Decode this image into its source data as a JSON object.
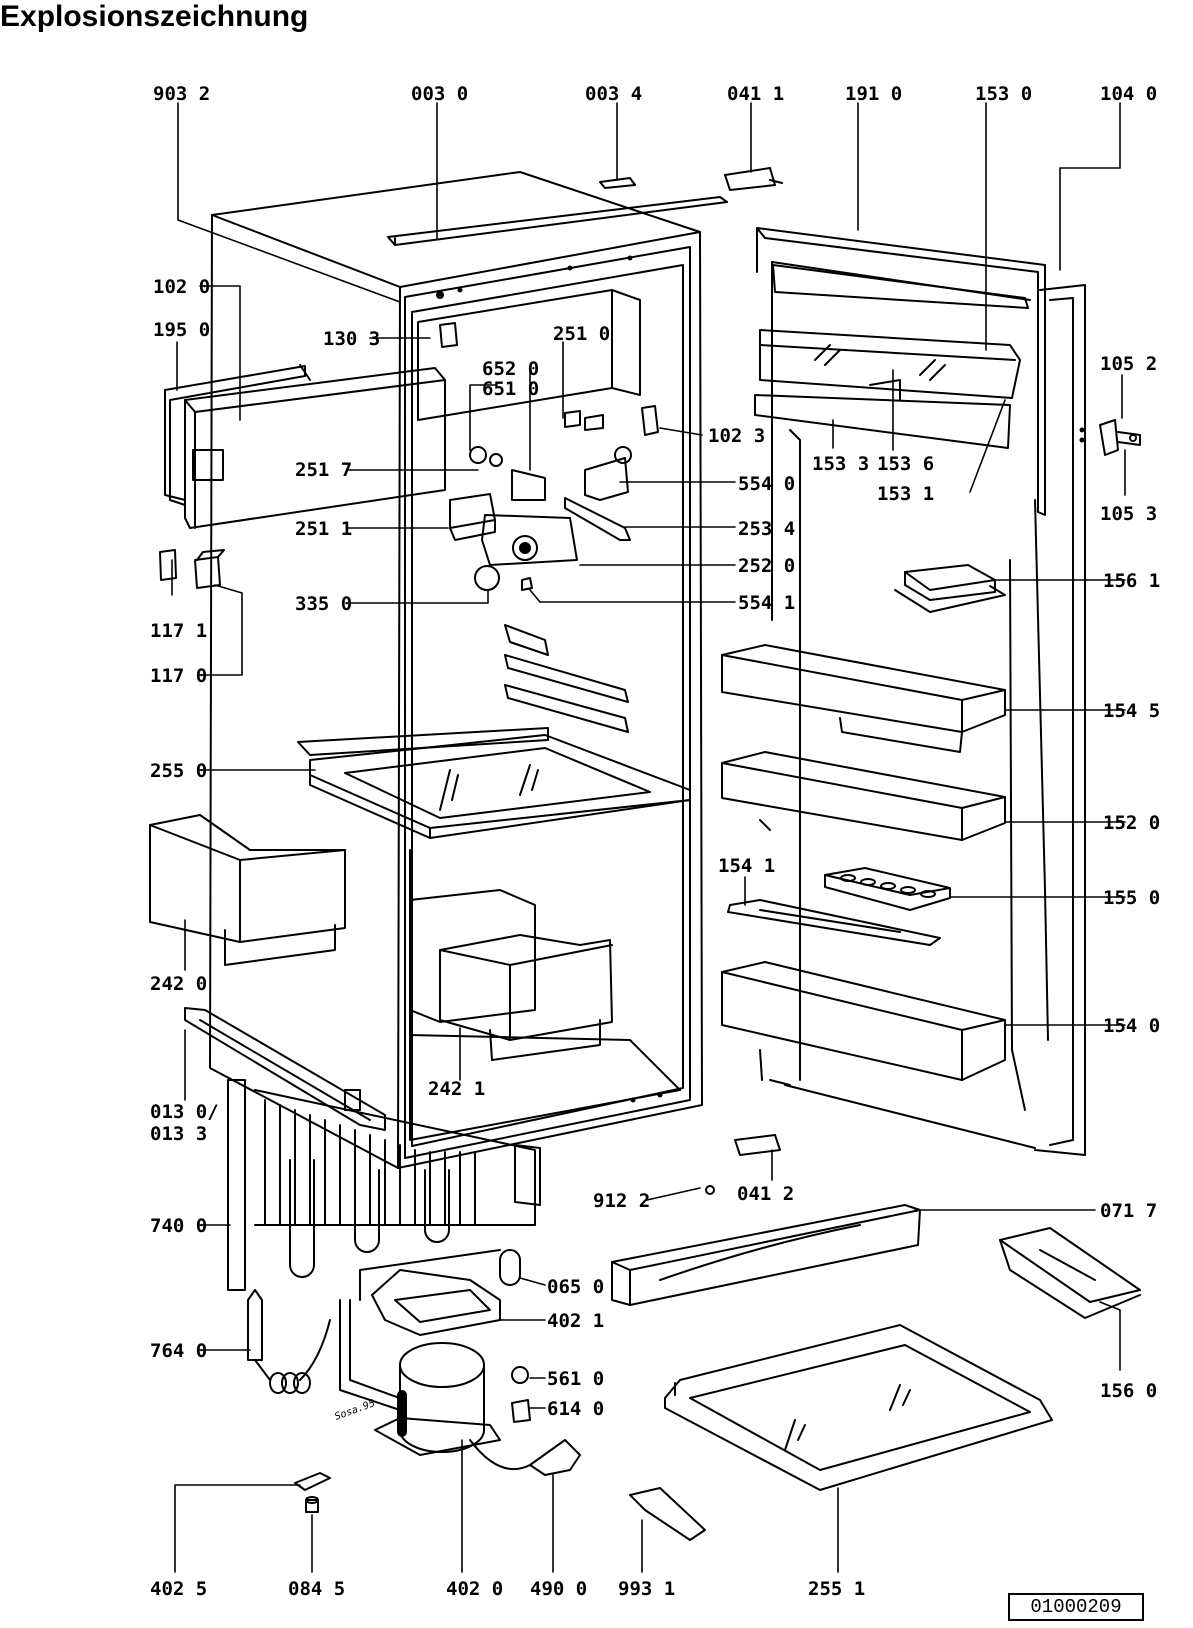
{
  "title": "Explosionszeichnung",
  "document_number": "01000209",
  "stamp": "Sosa.95",
  "labels": {
    "903_2": "903 2",
    "003_0": "003 0",
    "003_4": "003 4",
    "041_1": "041 1",
    "191_0": "191 0",
    "153_0": "153 0",
    "104_0": "104 0",
    "102_0": "102 0",
    "195_0": "195 0",
    "130_3": "130 3",
    "251_0": "251 0",
    "652_0": "652 0",
    "651_0": "651 0",
    "105_2": "105 2",
    "102_3": "102 3",
    "153_3": "153 3",
    "153_6": "153 6",
    "153_1": "153 1",
    "251_7": "251 7",
    "554_0": "554 0",
    "105_3": "105 3",
    "251_1": "251 1",
    "253_4": "253 4",
    "252_0": "252 0",
    "117_1": "117 1",
    "156_1": "156 1",
    "335_0": "335 0",
    "554_1": "554 1",
    "117_0": "117 0",
    "154_5": "154 5",
    "255_0": "255 0",
    "152_0": "152 0",
    "154_1": "154 1",
    "155_0": "155 0",
    "242_0": "242 0",
    "154_0": "154 0",
    "242_1": "242 1",
    "013_0": "013 0/",
    "013_3": "013 3",
    "912_2": "912 2",
    "041_2": "041 2",
    "071_7": "071 7",
    "740_0": "740 0",
    "065_0": "065 0",
    "402_1": "402 1",
    "764_0": "764 0",
    "561_0": "561 0",
    "614_0": "614 0",
    "156_0": "156 0",
    "402_5": "402 5",
    "084_5": "084 5",
    "402_0": "402 0",
    "490_0": "490 0",
    "993_1": "993 1",
    "255_1": "255 1"
  }
}
